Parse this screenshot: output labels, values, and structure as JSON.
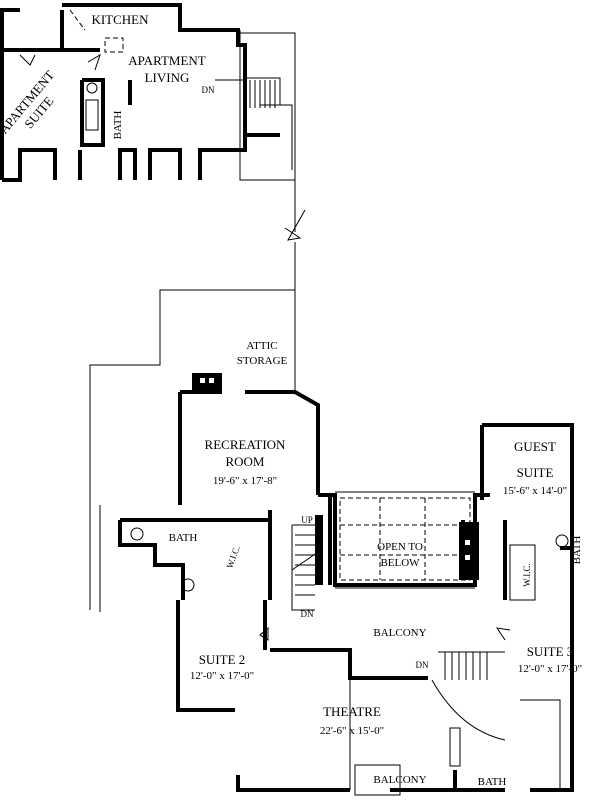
{
  "apartment": {
    "kitchen": "KITCHEN",
    "living_1": "APARTMENT",
    "living_2": "LIVING",
    "suite_1": "APARTMENT",
    "suite_2": "SUITE",
    "bath": "BATH",
    "stair_dn": "DN"
  },
  "attic": {
    "line1": "ATTIC",
    "line2": "STORAGE"
  },
  "rooms": {
    "recreation": {
      "line1": "RECREATION",
      "line2": "ROOM",
      "dims": "19'-6\" x 17'-8\""
    },
    "guest": {
      "line1": "GUEST",
      "line2": "SUITE",
      "dims": "15'-6\" x 14'-0\""
    },
    "open": {
      "line1": "OPEN TO",
      "line2": "BELOW"
    },
    "suite2": {
      "name": "SUITE 2",
      "dims": "12'-0\" x 17'-0\""
    },
    "suite3": {
      "name": "SUITE 3",
      "dims": "12'-0\" x 17'-0\""
    },
    "theatre": {
      "name": "THEATRE",
      "dims": "22'-6\" x 15'-0\""
    },
    "balcony": "BALCONY",
    "front_balcony": "BALCONY",
    "bath_left": "BATH",
    "wic_left": "W.I.C.",
    "wic_right": "W.I.C.",
    "bath_right": "BATH",
    "bath_bottom": "BATH",
    "stair_up": "UP",
    "stair_dn": "DN",
    "stair_dn2": "DN"
  }
}
